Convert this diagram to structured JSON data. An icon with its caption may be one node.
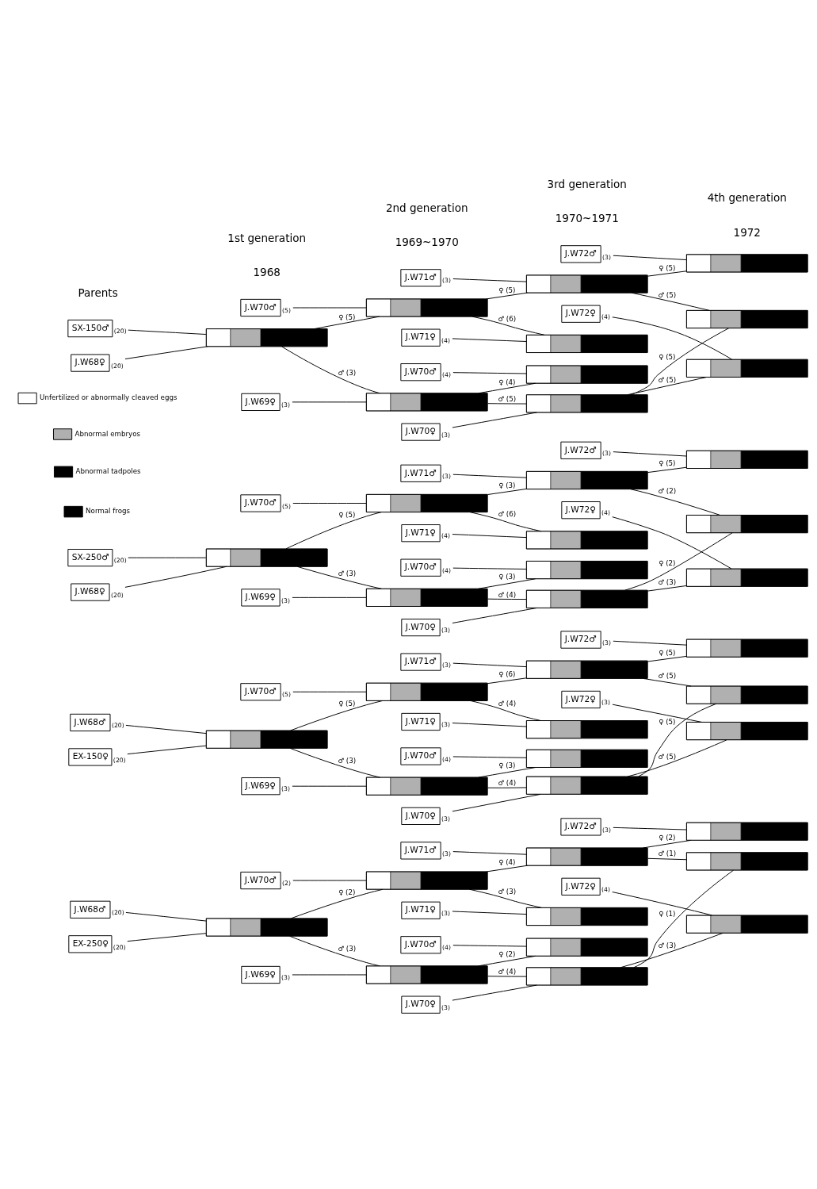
{
  "diagram": {
    "nodes": [
      {
        "text": [
          "J.W68♀"
        ],
        "beside": [
          "(20)"
        ]
      },
      {
        "text": [
          "SX-150♂"
        ],
        "beside": [
          "(20)"
        ]
      },
      {
        "text": [],
        "shape": "bar"
      },
      {
        "text": [
          "J.W70♂"
        ],
        "beside": [
          "(5)"
        ]
      },
      {
        "text": [
          "J.W69♀"
        ],
        "beside": [
          "(3)"
        ]
      },
      {
        "text": [],
        "shape": "bar"
      },
      {
        "text": [],
        "shape": "bar"
      },
      {
        "text": [
          "J.W71♂"
        ],
        "beside": [
          "(3)"
        ]
      },
      {
        "text": [
          "J.W71♀"
        ],
        "beside": [
          "(4)"
        ]
      },
      {
        "text": [
          "J.W70♂"
        ],
        "beside": [
          "(4)"
        ]
      },
      {
        "text": [
          "J.W70♀"
        ],
        "beside": [
          "(3)"
        ]
      },
      {
        "text": [],
        "shape": "bar"
      },
      {
        "text": [],
        "shape": "bar"
      },
      {
        "text": [],
        "shape": "bar"
      },
      {
        "text": [],
        "shape": "bar"
      },
      {
        "text": [
          "J.W72♂"
        ],
        "beside": [
          "(3)"
        ]
      },
      {
        "text": [
          "J.W72♀"
        ],
        "beside": [
          "(4)"
        ]
      },
      {
        "text": [],
        "shape": "bar"
      },
      {
        "text": [],
        "shape": "bar"
      },
      {
        "text": [],
        "shape": "bar"
      },
      {
        "text": [
          "J.W68♀"
        ],
        "beside": [
          "(20)"
        ]
      },
      {
        "text": [
          "SX-250♂"
        ],
        "beside": [
          "(20)"
        ]
      },
      {
        "text": [],
        "shape": "bar"
      },
      {
        "text": [
          "J.W70♂"
        ],
        "beside": [
          "(5)"
        ]
      },
      {
        "text": [
          "J.W69♀"
        ],
        "beside": [
          "(3)"
        ]
      },
      {
        "text": [],
        "shape": "bar"
      },
      {
        "text": [],
        "shape": "bar"
      },
      {
        "text": [
          "J.W71♂"
        ],
        "beside": [
          "(3)"
        ]
      },
      {
        "text": [
          "J.W71♀"
        ],
        "beside": [
          "(4)"
        ]
      },
      {
        "text": [
          "J.W70♂"
        ],
        "beside": [
          "(4)"
        ]
      },
      {
        "text": [
          "J.W70♀"
        ],
        "beside": [
          "(3)"
        ]
      },
      {
        "text": [],
        "shape": "bar"
      },
      {
        "text": [],
        "shape": "bar"
      },
      {
        "text": [],
        "shape": "bar"
      },
      {
        "text": [],
        "shape": "bar"
      },
      {
        "text": [
          "J.W72♂"
        ],
        "beside": [
          "(3)"
        ]
      },
      {
        "text": [
          "J.W72♀"
        ],
        "beside": [
          "(4)"
        ]
      },
      {
        "text": [],
        "shape": "bar"
      },
      {
        "text": [],
        "shape": "bar"
      },
      {
        "text": [],
        "shape": "bar"
      },
      {
        "text": [
          "EX-150♀"
        ],
        "beside": [
          "(20)"
        ]
      },
      {
        "text": [
          "J.W68♂"
        ],
        "beside": [
          "(20)"
        ]
      },
      {
        "text": [],
        "shape": "bar"
      },
      {
        "text": [
          "J.W70♂"
        ],
        "beside": [
          "(5)"
        ]
      },
      {
        "text": [
          "J.W69♀"
        ],
        "beside": [
          "(3)"
        ]
      },
      {
        "text": [],
        "shape": "bar"
      },
      {
        "text": [],
        "shape": "bar"
      },
      {
        "text": [
          "J.W71♂"
        ],
        "beside": [
          "(3)"
        ]
      },
      {
        "text": [
          "J.W71♀"
        ],
        "beside": [
          "(3)"
        ]
      },
      {
        "text": [
          "J.W70♂"
        ],
        "beside": [
          "(4)"
        ]
      },
      {
        "text": [
          "J.W70♀"
        ],
        "beside": [
          "(3)"
        ]
      },
      {
        "text": [],
        "shape": "bar"
      },
      {
        "text": [],
        "shape": "bar"
      },
      {
        "text": [],
        "shape": "bar"
      },
      {
        "text": [],
        "shape": "bar"
      },
      {
        "text": [
          "J.W72♂"
        ],
        "beside": [
          "(3)"
        ]
      },
      {
        "text": [
          "J.W72♀"
        ],
        "beside": [
          "(3)"
        ]
      },
      {
        "text": [],
        "shape": "bar"
      },
      {
        "text": [],
        "shape": "bar"
      },
      {
        "text": [],
        "shape": "bar"
      },
      {
        "text": [
          "EX-250♀"
        ],
        "beside": [
          "(20)"
        ]
      },
      {
        "text": [
          "J.W68♂"
        ],
        "beside": [
          "(20)"
        ]
      },
      {
        "text": [],
        "shape": "bar"
      },
      {
        "text": [
          "J.W70♂"
        ],
        "beside": [
          "(2)"
        ]
      },
      {
        "text": [
          "J.W69♀"
        ],
        "beside": [
          "(3)"
        ]
      },
      {
        "text": [],
        "shape": "bar"
      },
      {
        "text": [],
        "shape": "bar"
      },
      {
        "text": [
          "J.W71♂"
        ],
        "beside": [
          "(3)"
        ]
      },
      {
        "text": [
          "J.W71♀"
        ],
        "beside": [
          "(3)"
        ]
      },
      {
        "text": [
          "J.W70♂"
        ],
        "beside": [
          "(4)"
        ]
      },
      {
        "text": [
          "J.W70♀"
        ],
        "beside": [
          "(3)"
        ]
      },
      {
        "text": [],
        "shape": "bar"
      },
      {
        "text": [],
        "shape": "bar"
      },
      {
        "text": [],
        "shape": "bar"
      },
      {
        "text": [],
        "shape": "bar"
      },
      {
        "text": [
          "J.W72♂"
        ],
        "beside": [
          "(3)"
        ]
      },
      {
        "text": [
          "J.W72♀"
        ],
        "beside": [
          "(4)"
        ]
      },
      {
        "text": [],
        "shape": "bar"
      },
      {
        "text": [],
        "shape": "bar"
      },
      {
        "text": [],
        "shape": "bar"
      }
    ],
    "edges": [
      {
        "from": 0,
        "to": 2,
        "arrow": "none"
      },
      {
        "from": 1,
        "to": 2,
        "arrow": "none"
      },
      {
        "from": 2,
        "to": 5,
        "arrow": "none",
        "label": "♀ (5)"
      },
      {
        "from": 3,
        "to": 5,
        "arrow": "none"
      },
      {
        "from": 2,
        "to": 6,
        "arrow": "none",
        "label": "♂ (3)"
      },
      {
        "from": 4,
        "to": 6,
        "arrow": "none"
      },
      {
        "from": 5,
        "to": 11,
        "arrow": "none",
        "label": "♀ (5)"
      },
      {
        "from": 7,
        "to": 11,
        "arrow": "none"
      },
      {
        "from": 5,
        "to": 12,
        "arrow": "none",
        "label": "♂ (6)"
      },
      {
        "from": 8,
        "to": 12,
        "arrow": "none"
      },
      {
        "from": 6,
        "to": 13,
        "arrow": "none",
        "label": "♀ (4)"
      },
      {
        "from": 9,
        "to": 13,
        "arrow": "none"
      },
      {
        "from": 6,
        "to": 14,
        "arrow": "none",
        "label": "♂ (5)"
      },
      {
        "from": 10,
        "to": 14,
        "arrow": "none"
      },
      {
        "from": 11,
        "to": 17,
        "arrow": "none",
        "label": "♀ (5)"
      },
      {
        "from": 15,
        "to": 17,
        "arrow": "none"
      },
      {
        "from": 11,
        "to": 18,
        "arrow": "none",
        "label": "♂ (5)"
      },
      {
        "from": 14,
        "to": 18,
        "arrow": "none",
        "label": "♀ (5)"
      },
      {
        "from": 14,
        "to": 19,
        "arrow": "none",
        "label": "♂ (5)"
      },
      {
        "from": 16,
        "to": 19,
        "arrow": "none"
      },
      {
        "from": 20,
        "to": 22,
        "arrow": "none"
      },
      {
        "from": 21,
        "to": 22,
        "arrow": "none"
      },
      {
        "from": 22,
        "to": 25,
        "arrow": "none",
        "label": "♀ (5)"
      },
      {
        "from": 23,
        "to": 25,
        "arrow": "none"
      },
      {
        "from": 22,
        "to": 26,
        "arrow": "none",
        "label": "♂ (3)"
      },
      {
        "from": 24,
        "to": 26,
        "arrow": "none"
      },
      {
        "from": 25,
        "to": 31,
        "arrow": "none",
        "label": "♀ (3)"
      },
      {
        "from": 27,
        "to": 31,
        "arrow": "none"
      },
      {
        "from": 25,
        "to": 32,
        "arrow": "none",
        "label": "♂ (6)"
      },
      {
        "from": 28,
        "to": 32,
        "arrow": "none"
      },
      {
        "from": 26,
        "to": 33,
        "arrow": "none",
        "label": "♀ (3)"
      },
      {
        "from": 29,
        "to": 33,
        "arrow": "none"
      },
      {
        "from": 26,
        "to": 34,
        "arrow": "none",
        "label": "♂ (4)"
      },
      {
        "from": 30,
        "to": 34,
        "arrow": "none"
      },
      {
        "from": 31,
        "to": 37,
        "arrow": "none",
        "label": "♀ (5)"
      },
      {
        "from": 35,
        "to": 37,
        "arrow": "none"
      },
      {
        "from": 31,
        "to": 38,
        "arrow": "none",
        "label": "♂ (2)"
      },
      {
        "from": 34,
        "to": 38,
        "arrow": "none",
        "label": "♀ (2)"
      },
      {
        "from": 34,
        "to": 39,
        "arrow": "none",
        "label": "♂ (3)"
      },
      {
        "from": 36,
        "to": 39,
        "arrow": "none"
      },
      {
        "from": 40,
        "to": 42,
        "arrow": "none"
      },
      {
        "from": 41,
        "to": 42,
        "arrow": "none"
      },
      {
        "from": 42,
        "to": 45,
        "arrow": "none",
        "label": "♀ (5)"
      },
      {
        "from": 43,
        "to": 45,
        "arrow": "none"
      },
      {
        "from": 42,
        "to": 46,
        "arrow": "none",
        "label": "♂ (3)"
      },
      {
        "from": 44,
        "to": 46,
        "arrow": "none"
      },
      {
        "from": 45,
        "to": 51,
        "arrow": "none",
        "label": "♀ (6)"
      },
      {
        "from": 47,
        "to": 51,
        "arrow": "none"
      },
      {
        "from": 45,
        "to": 52,
        "arrow": "none",
        "label": "♂ (4)"
      },
      {
        "from": 48,
        "to": 52,
        "arrow": "none"
      },
      {
        "from": 46,
        "to": 53,
        "arrow": "none",
        "label": "♀ (3)"
      },
      {
        "from": 49,
        "to": 53,
        "arrow": "none"
      },
      {
        "from": 46,
        "to": 54,
        "arrow": "none",
        "label": "♂ (4)"
      },
      {
        "from": 50,
        "to": 54,
        "arrow": "none"
      },
      {
        "from": 51,
        "to": 57,
        "arrow": "none",
        "label": "♀ (5)"
      },
      {
        "from": 55,
        "to": 57,
        "arrow": "none"
      },
      {
        "from": 51,
        "to": 58,
        "arrow": "none",
        "label": "♂ (5)"
      },
      {
        "from": 54,
        "to": 58,
        "arrow": "none",
        "label": "♀ (5)"
      },
      {
        "from": 54,
        "to": 59,
        "arrow": "none",
        "label": "♂ (5)"
      },
      {
        "from": 56,
        "to": 59,
        "arrow": "none"
      },
      {
        "from": 60,
        "to": 62,
        "arrow": "none"
      },
      {
        "from": 61,
        "to": 62,
        "arrow": "none"
      },
      {
        "from": 62,
        "to": 65,
        "arrow": "none",
        "label": "♀ (2)"
      },
      {
        "from": 63,
        "to": 65,
        "arrow": "none"
      },
      {
        "from": 62,
        "to": 66,
        "arrow": "none",
        "label": "♂ (3)"
      },
      {
        "from": 64,
        "to": 66,
        "arrow": "none"
      },
      {
        "from": 65,
        "to": 71,
        "arrow": "none",
        "label": "♀ (4)"
      },
      {
        "from": 67,
        "to": 71,
        "arrow": "none"
      },
      {
        "from": 65,
        "to": 72,
        "arrow": "none",
        "label": "♂ (3)"
      },
      {
        "from": 68,
        "to": 72,
        "arrow": "none"
      },
      {
        "from": 66,
        "to": 73,
        "arrow": "none",
        "label": "♀ (2)"
      },
      {
        "from": 69,
        "to": 73,
        "arrow": "none"
      },
      {
        "from": 66,
        "to": 74,
        "arrow": "none",
        "label": "♂ (4)"
      },
      {
        "from": 70,
        "to": 74,
        "arrow": "none"
      },
      {
        "from": 71,
        "to": 77,
        "arrow": "none",
        "label": "♀ (2)"
      },
      {
        "from": 75,
        "to": 77,
        "arrow": "none"
      },
      {
        "from": 71,
        "to": 78,
        "arrow": "none",
        "label": "♂ (1)"
      },
      {
        "from": 74,
        "to": 78,
        "arrow": "none",
        "label": "♀ (1)"
      },
      {
        "from": 74,
        "to": 79,
        "arrow": "none",
        "label": "♂ (3)"
      },
      {
        "from": 76,
        "to": 79,
        "arrow": "none"
      }
    ],
    "labels": [
      "Parents",
      "1st generation",
      "1968",
      "2nd generation",
      "1969~1970",
      "3rd generation",
      "1970~1971",
      "4th generation",
      "1972"
    ],
    "legend": [
      {
        "text": "Unfertilized or abnormally cleaved eggs",
        "color": "#ffffff"
      },
      {
        "text": "Abnormal embryos",
        "color": "#b0b0b0"
      },
      {
        "text": "Abnormal tadpoles",
        "color": "#000000"
      },
      {
        "text": "Normal frogs",
        "color": "#000000"
      }
    ]
  }
}
